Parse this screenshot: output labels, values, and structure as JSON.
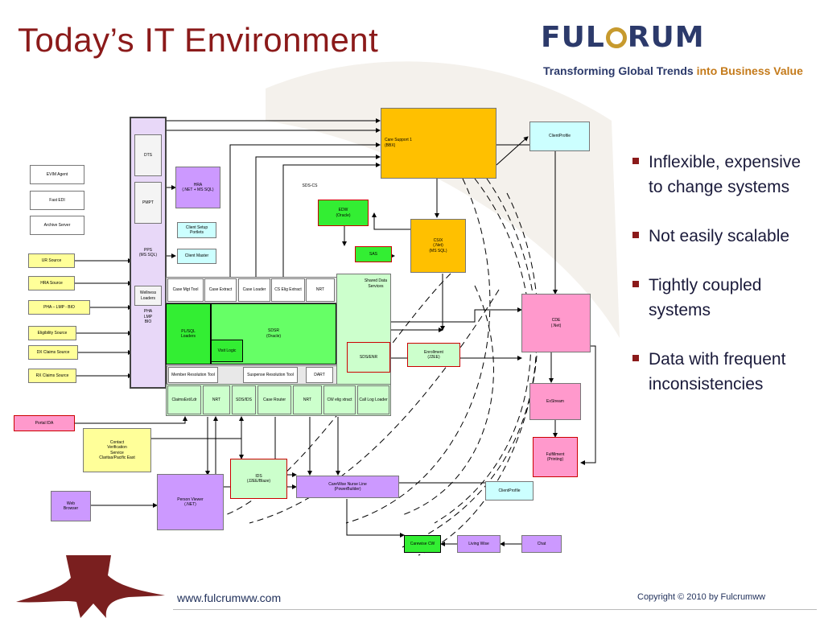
{
  "title": "Today’s IT Environment",
  "logo": {
    "text_before": "FUL",
    "text_after": "RUM",
    "tagline_main": "Transforming Global Trends ",
    "tagline_highlight": "into Business Value"
  },
  "bullets": [
    "Inflexible, expensive to change systems",
    "Not easily scalable",
    "Tightly coupled systems",
    "Data with frequent inconsistencies"
  ],
  "footer": {
    "url": "www.fulcrumww.com",
    "copyright": "Copyright © 2010 by Fulcrumww"
  },
  "colors": {
    "purple": "#d9b3f0",
    "yellow": "#ffff99",
    "orange": "#ffc000",
    "green": "#66ff66",
    "lightgreen": "#ccffcc",
    "pink": "#ff99cc",
    "cyan": "#ccffff",
    "red_border": "#cc0000"
  },
  "diagram": {
    "nodes": {
      "pps": "PPS\n(MS SQL)",
      "dts": "DTS",
      "pmpt": "PMPT",
      "wellness": "Wellness\nLoaders",
      "pha_lmp": "PHA\nLMP\nBIO",
      "evim": "EVIM Agent",
      "fast_edi": "Fast EDI",
      "archive": "Archive Server",
      "ur_source": "UR Source",
      "hra_source": "HRA Source",
      "pha_source": "PHA – LMP - BIO",
      "elig_source": "Eligibility Source",
      "dx_claims": "DX Claims Source",
      "rx_claims": "RX Claims Source",
      "portal_ida": "Portal IDA",
      "contact_verif": "Contact\nVerification\nService\nClaritas/Pacific East",
      "web_browser": "Web\nBrowser",
      "hra": "HRA\n(.NET + MS SQL)",
      "client_setup": "Client Setup\nPortlets",
      "client_master": "Client Master",
      "care_support": "Care Support 1\n(BBX)",
      "client_profile_top": "ClientProfile",
      "sds_cs": "SDS-CS",
      "edw": "EDW\n(Oracle)",
      "sas": "SAS",
      "csix": "CSIX\n(.Net)\n(MS SQL)",
      "shared_data": "Shared Data\nServices",
      "case_mgt": "Case Mgt Tool",
      "case_extract": "Case Extract",
      "case_loader": "Case Loader",
      "cs_elig": "CS Elig Extract",
      "nrt1": "NRT",
      "plsql": "PL/SQL\nLoaders",
      "sdsr": "SDSR\n(Oracle)",
      "visit_logic": "Visit Logic",
      "sds_enr": "SDS/ENR",
      "enrollment": "Enrollment\n(J2EE)",
      "member_res": "Member Resolution Tool",
      "suspense_res": "Suspense Resolution Tool",
      "dart": "DART",
      "cde": "CDE\n(.Net)",
      "exstream": "ExStream",
      "fulfillment": "Fulfillment\n(Printing)",
      "claims_ext": "ClaimsExt/Ldr",
      "nrt2": "NRT",
      "sds_ids": "SDS/IDS",
      "case_router": "Case Router",
      "nrt3": "NRT",
      "cw_elig": "CW elig xtract",
      "call_log": "Call Log Loader",
      "ids": "IDS\n(J2EE/Blaze)",
      "carewise_nurse": "CareWise Nurse Line\n(PowerBuilder)",
      "person_viewer": "Person Viewer\n(.NET)",
      "client_profile_bot": "ClientProfile",
      "carewise_cw": "Carewise CW",
      "living_wise": "Living Wise",
      "chat": "Chat"
    }
  }
}
